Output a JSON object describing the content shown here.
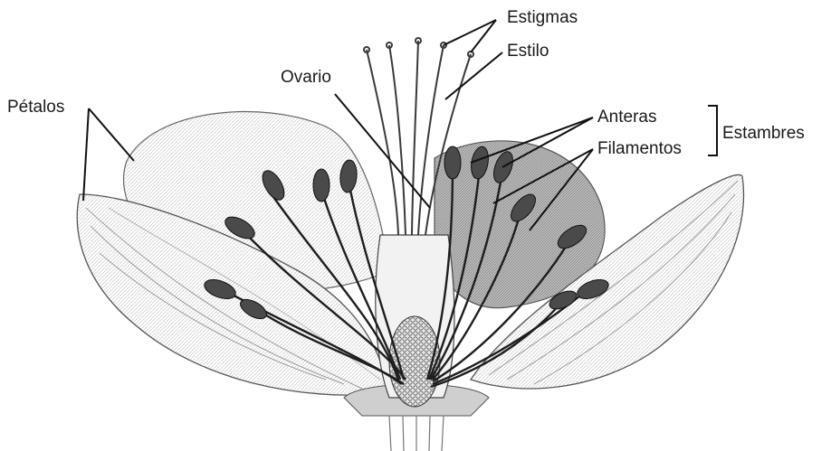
{
  "labels": {
    "estigmas": "Estigmas",
    "estilo": "Estilo",
    "ovario": "Ovario",
    "petalos": "Pétalos",
    "anteras": "Anteras",
    "filamentos": "Filamentos",
    "estambres": "Estambres"
  },
  "colors": {
    "ink": "#1a1a1a",
    "line": "#2a2a2a",
    "shade": "#9a9a9a",
    "light": "#d9d9d9",
    "background": "#ffffff"
  }
}
